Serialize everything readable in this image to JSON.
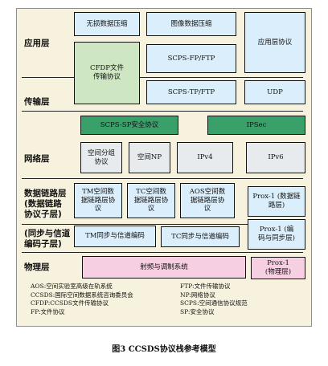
{
  "layers": {
    "application": "应用层",
    "transport": "传输层",
    "network": "网络层",
    "datalink": "数据链路层 (数据链路协议子层)",
    "sync": "(同步与信道编码子层)",
    "physical": "物理层"
  },
  "boxes": {
    "lossless": "无损数据压缩",
    "image": "图像数据压缩",
    "app_proto": "应用层协议",
    "cfdp": "CFDP文件传输协议",
    "scps_fp": "SCPS-FP/FTP",
    "scps_tp": "SCPS-TP/FTP",
    "udp": "UDP",
    "scps_sp": "SCPS-SP安全协议",
    "ipsec": "IPSec",
    "space_packet": "空间分组协议",
    "space_np": "空间NP",
    "ipv4": "IPv4",
    "ipv6": "IPv6",
    "tm_dl": "TM空间数据链路层协议",
    "tc_dl": "TC空间数据链路层协议",
    "aos_dl": "AOS空间数据链路层协议",
    "prox_dl": "Prox-1 (数据链路层)",
    "tm_sync": "TM同步与信道编码",
    "tc_sync": "TC同步与信道编码",
    "prox_sync": "Prox-1 (编码与同步层)",
    "rf": "射频与调制系统",
    "prox_phy": "Prox-1 (物理层)"
  },
  "legend": {
    "left": [
      "AOS:空间实验室高级在轨系统",
      "CCSDS:国际空间数据系统咨询委员会",
      "CFDP:CCSDS文件传输协议",
      "FP:文件协议"
    ],
    "right": [
      "FTP:文件传输协议",
      "NP:网络协议",
      "SCPS:空间通信协议规范",
      "SP:安全协议"
    ]
  },
  "caption": "图3 CCSDS协议栈参考模型"
}
